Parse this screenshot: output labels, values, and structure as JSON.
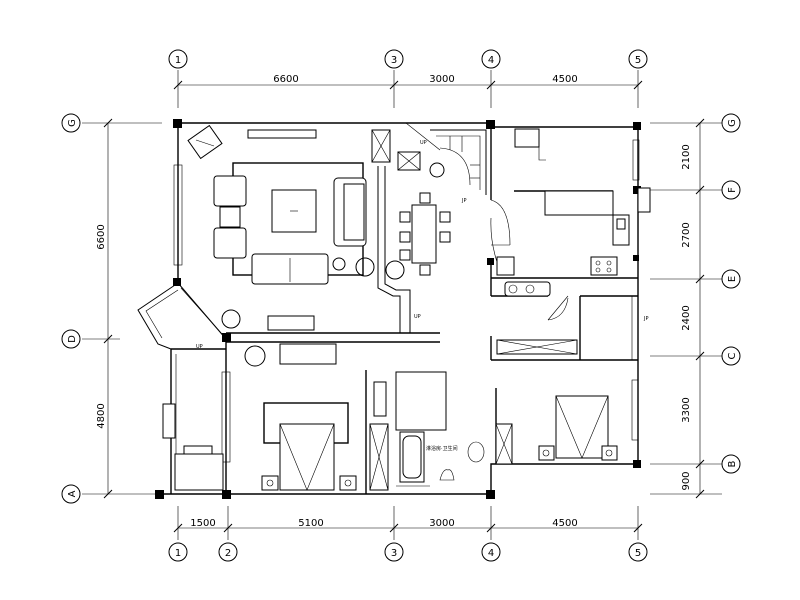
{
  "top_axes": [
    "1",
    "3",
    "4",
    "5"
  ],
  "top_dims": [
    "6600",
    "3000",
    "4500"
  ],
  "bottom_axes": [
    "1",
    "2",
    "3",
    "4",
    "5"
  ],
  "bottom_dims": [
    "1500",
    "5100",
    "3000",
    "4500"
  ],
  "left_axes": [
    "G",
    "D",
    "A"
  ],
  "left_dims": [
    "6600",
    "4800"
  ],
  "right_axes": [
    "G",
    "F",
    "E",
    "C",
    "B"
  ],
  "right_dims": [
    "2100",
    "2700",
    "2400",
    "3300",
    "900"
  ],
  "labels": {
    "up_stair": "UP",
    "up_corridor": "UP",
    "up_lower": "UP",
    "jp_stair": "JP",
    "jp_right": "JP",
    "bath_text": "淋浴房·卫生间"
  }
}
